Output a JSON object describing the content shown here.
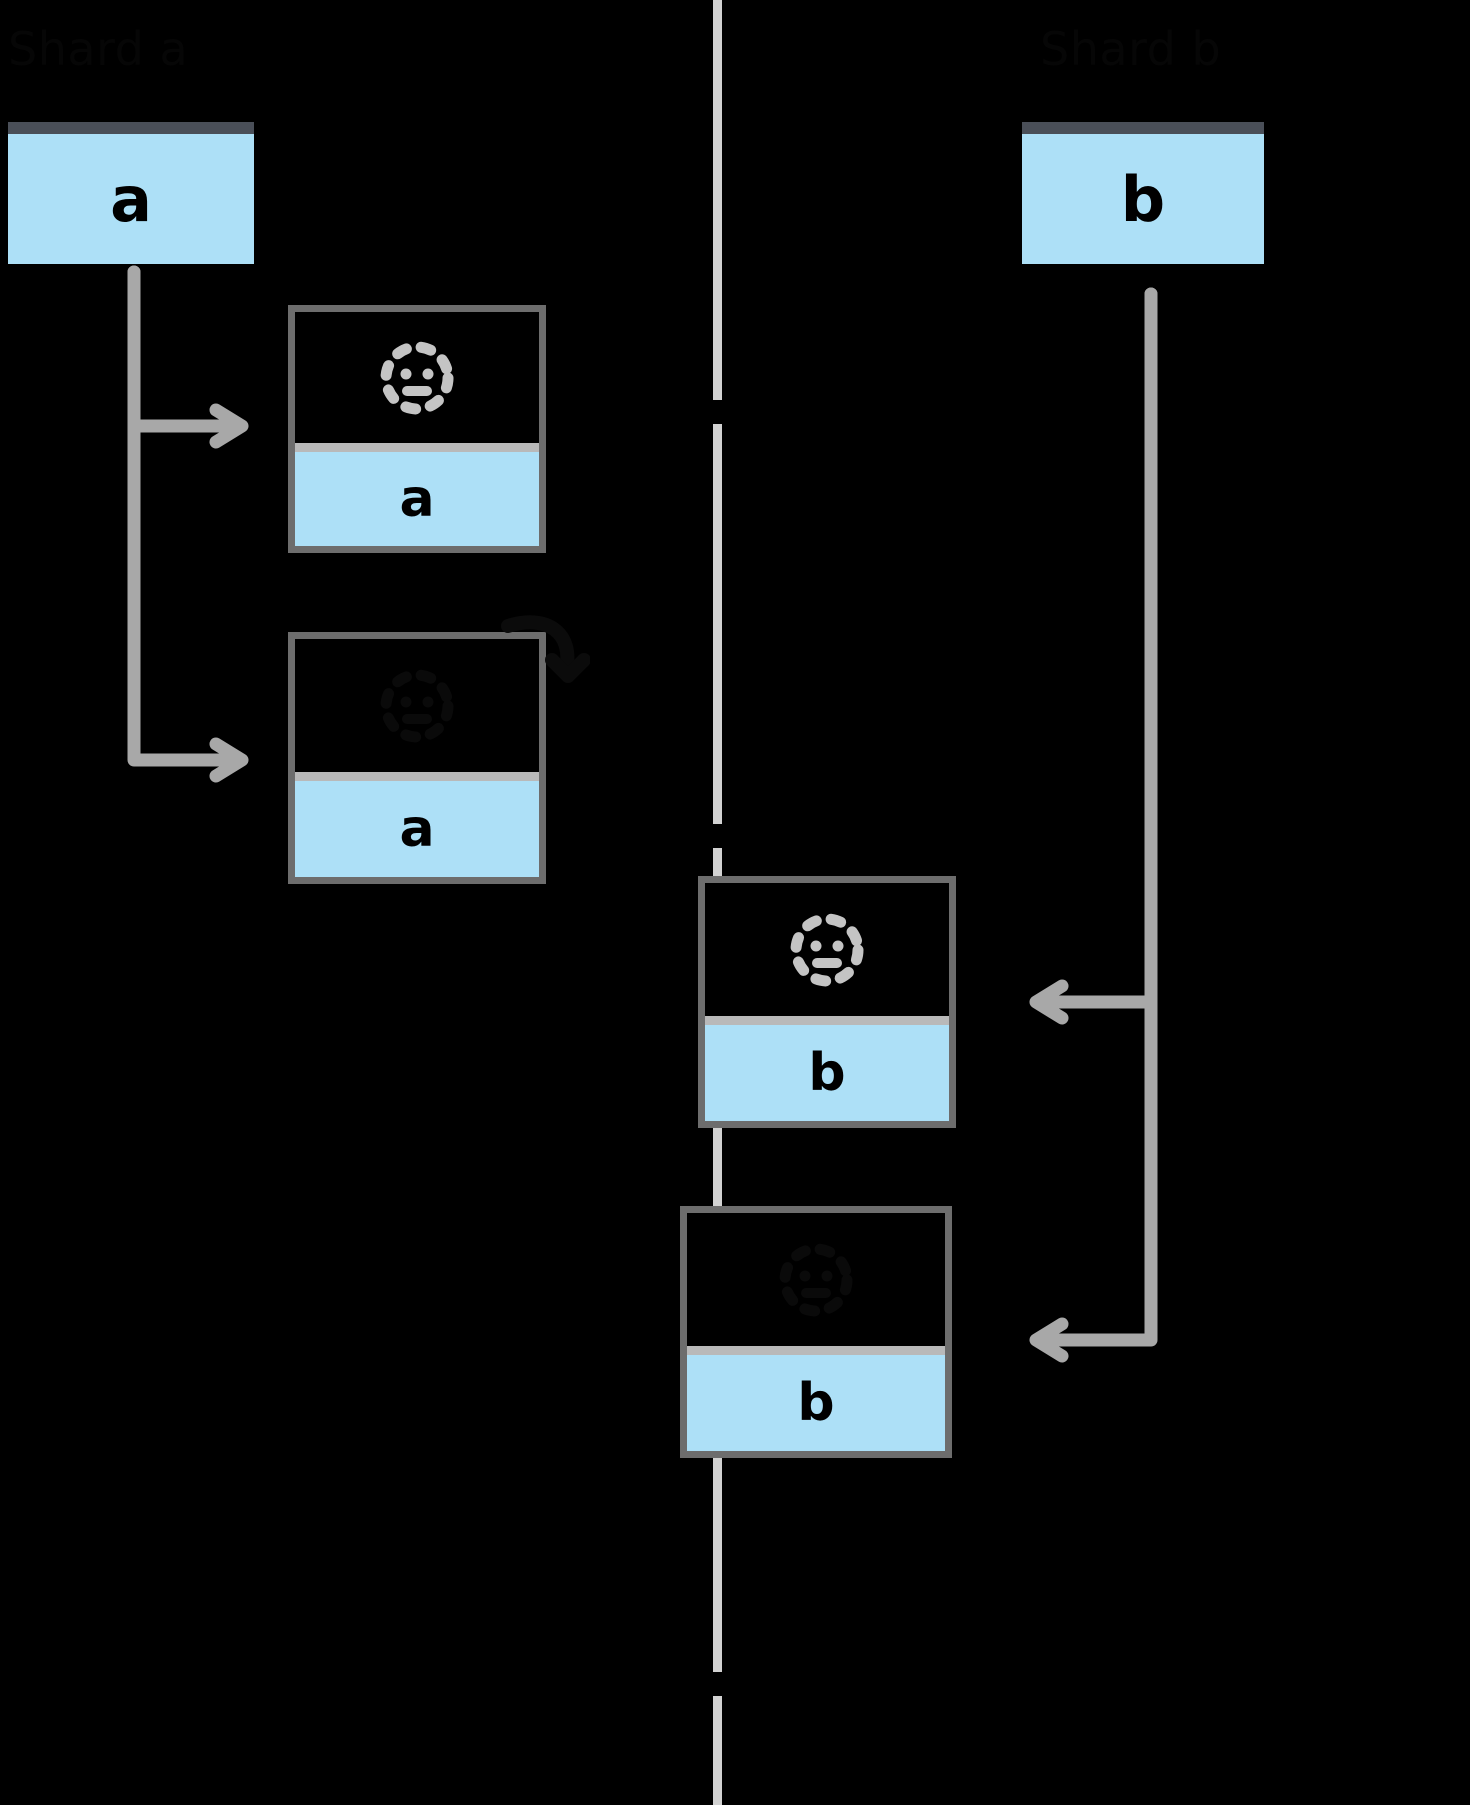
{
  "diagram": {
    "title_left": "Shard a",
    "title_right": "Shard b",
    "divider": {
      "name": "shard-boundary",
      "style": "dashed-vertical",
      "color": "#d2d2d2"
    },
    "colors": {
      "accent_blue": "#ade0f7",
      "box_border": "#6d6d6d",
      "root_border": "#4a4f58",
      "arrow": "#a8a8a8",
      "band_divider": "#b9b9b9",
      "icon": "#c4c4c4",
      "background": "#000000"
    }
  },
  "left_group": {
    "root": {
      "label": "a",
      "name": "root-node-a"
    },
    "leaves": [
      {
        "label": "a",
        "icon": "dashed-circle-icon",
        "icon_visible": true,
        "name": "leaf-node-a1"
      },
      {
        "label": "a",
        "icon": "dashed-circle-icon",
        "icon_visible": false,
        "name": "leaf-node-a2"
      }
    ],
    "arrows": [
      {
        "name": "arrow-a-to-a1",
        "direction": "right"
      },
      {
        "name": "arrow-a-to-a2",
        "direction": "right"
      }
    ]
  },
  "right_group": {
    "root": {
      "label": "b",
      "name": "root-node-b"
    },
    "leaves": [
      {
        "label": "b",
        "icon": "dashed-circle-icon",
        "icon_visible": true,
        "name": "leaf-node-b1"
      },
      {
        "label": "b",
        "icon": "dashed-circle-icon",
        "icon_visible": false,
        "name": "leaf-node-b2"
      }
    ],
    "arrows": [
      {
        "name": "arrow-b-to-b1",
        "direction": "left"
      },
      {
        "name": "arrow-b-to-b2",
        "direction": "left"
      }
    ]
  }
}
